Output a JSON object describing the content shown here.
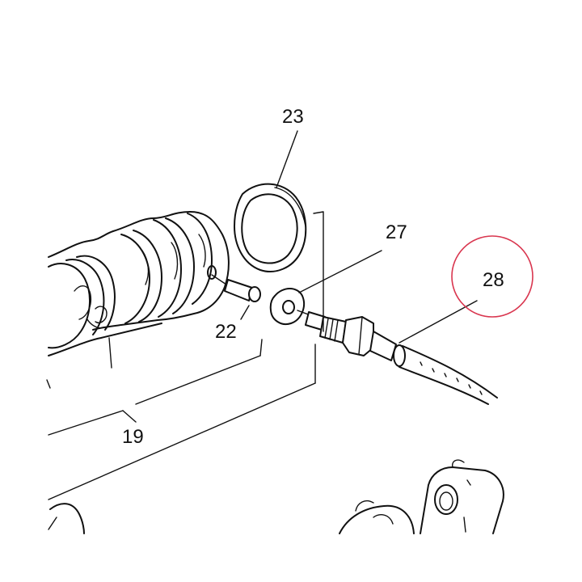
{
  "diagram": {
    "callouts": {
      "c19": "19",
      "c22": "22",
      "c23": "23",
      "c27": "27",
      "c28": "28"
    },
    "highlighted_callout": "28",
    "colors": {
      "line": "#111111",
      "background": "#ffffff",
      "highlight_circle": "#d9364f"
    }
  }
}
